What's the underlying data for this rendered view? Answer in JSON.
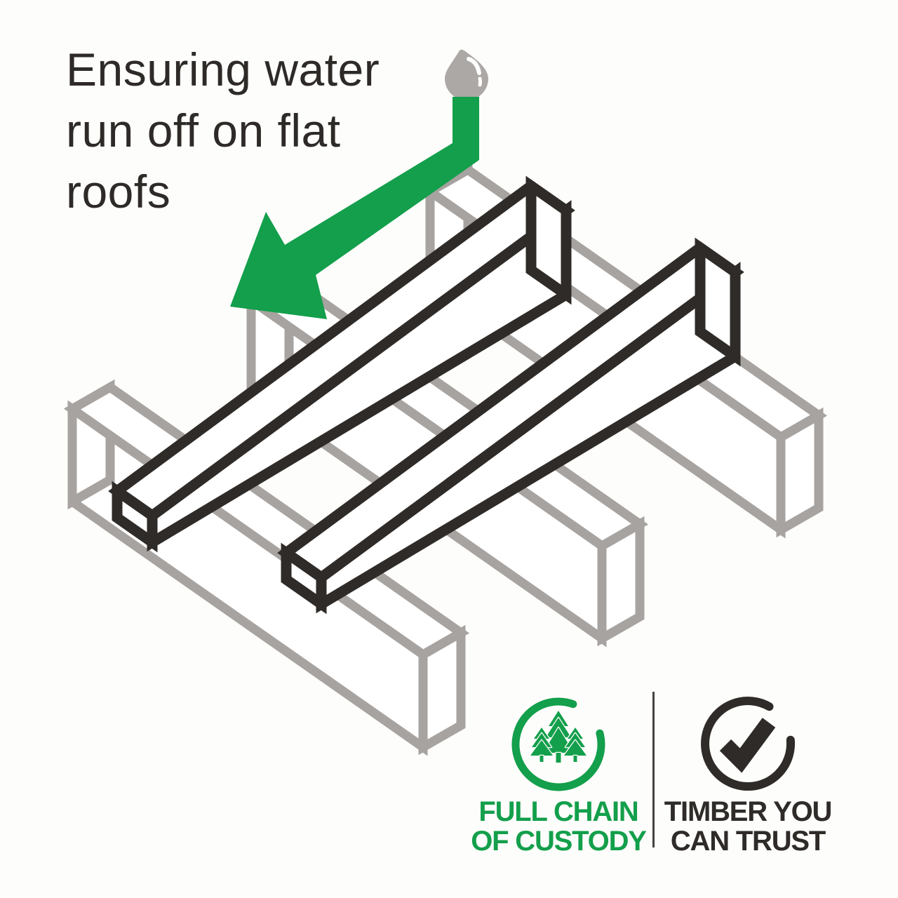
{
  "title": {
    "line1": "Ensuring water",
    "line2": "run off on flat",
    "line3": "roofs"
  },
  "illustration": {
    "droplet_icon": "water-droplet-icon",
    "arrow_icon": "flow-arrow-down-left",
    "joist_count": 3,
    "firring_strip_count": 2
  },
  "badges": {
    "chain": {
      "icon": "pine-trees-in-circle-icon",
      "line1": "FULL CHAIN",
      "line2": "OF CUSTODY"
    },
    "timber": {
      "icon": "checkmark-in-circle-icon",
      "line1": "TIMBER YOU",
      "line2": "CAN TRUST"
    }
  },
  "colors": {
    "green": "#139F4B",
    "dark": "#2E2B28",
    "gray": "#A7A3A0",
    "droplet_gray": "#ACA8A5",
    "text": "#2D2A27",
    "white": "#FFFFFF"
  }
}
